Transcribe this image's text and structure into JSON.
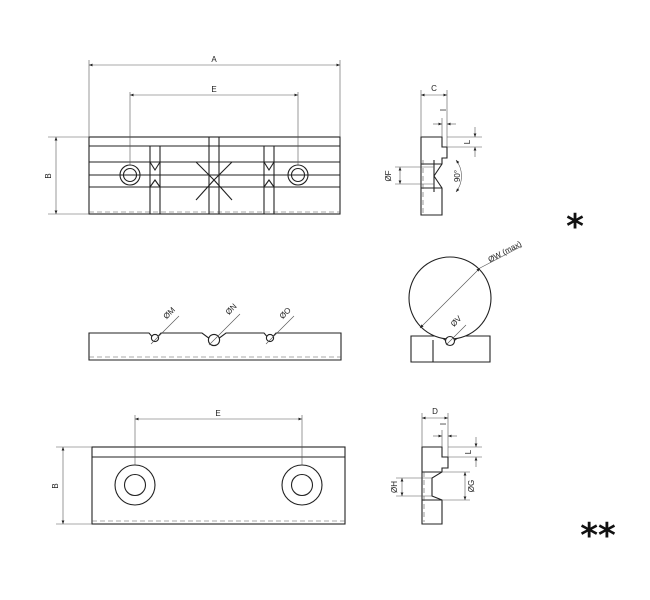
{
  "labels": {
    "A": "A",
    "B": "B",
    "E": "E",
    "C": "C",
    "D": "D",
    "I": "I",
    "L": "L",
    "F": "ØF",
    "G": "ØG",
    "H": "ØH",
    "M": "ØM",
    "N": "ØN",
    "O": "ØO",
    "V": "ØV",
    "W": "ØW (max)",
    "angle": "90°"
  },
  "markers": {
    "grooved_variant": "*",
    "plain_variant": "**"
  }
}
